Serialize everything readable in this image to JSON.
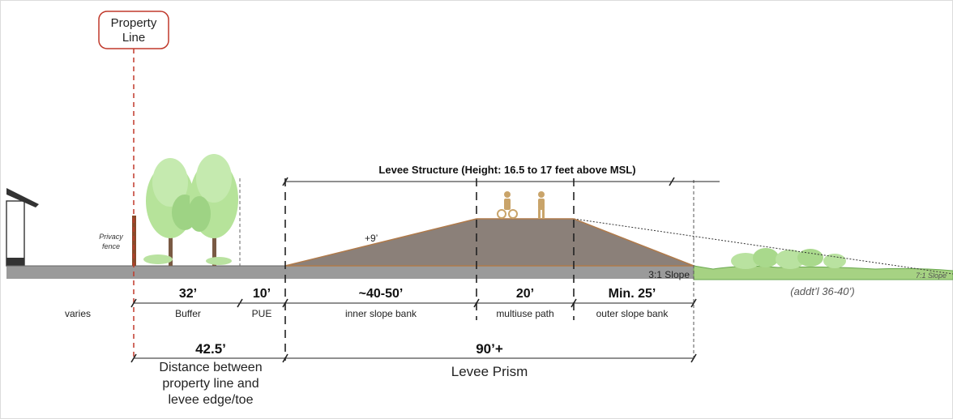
{
  "property_line": {
    "label_line1": "Property",
    "label_line2": "Line"
  },
  "privacy_fence": {
    "line1": "Privacy",
    "line2": "fence"
  },
  "levee_structure": {
    "label": "Levee Structure (Height: 16.5 to 17 feet above MSL)"
  },
  "elevation_note": "+9’",
  "slopes": {
    "inner": "3:1 Slope",
    "outer": "7:1 Slope",
    "outer_extra": "(addt’l 36-40’)"
  },
  "segments": [
    {
      "dimension": "",
      "label": "varies"
    },
    {
      "dimension": "32’",
      "label": "Buffer"
    },
    {
      "dimension": "10’",
      "label": "PUE"
    },
    {
      "dimension": "~40-50’",
      "label": "inner slope bank"
    },
    {
      "dimension": "20’",
      "label": "multiuse path"
    },
    {
      "dimension": "Min. 25’",
      "label": "outer slope bank"
    }
  ],
  "totals": {
    "setback": {
      "dimension": "42.5’",
      "line1": "Distance between",
      "line2": "property line and",
      "line3": "levee edge/toe"
    },
    "prism": {
      "dimension": "90’+",
      "label": "Levee Prism"
    }
  },
  "colors": {
    "ground": "#9a9a9a",
    "levee": "#8b8079",
    "levee_edge": "#b07a4a",
    "property_line": "#c0392b",
    "tree_light": "#b6e39a",
    "tree_mid": "#98d27a",
    "trunk": "#7a5a44",
    "fence": "#8a4a2a",
    "people": "#c9a46a",
    "vegetation": "#9fcf7c",
    "outer_slope_fill": "#cfe8bb"
  }
}
